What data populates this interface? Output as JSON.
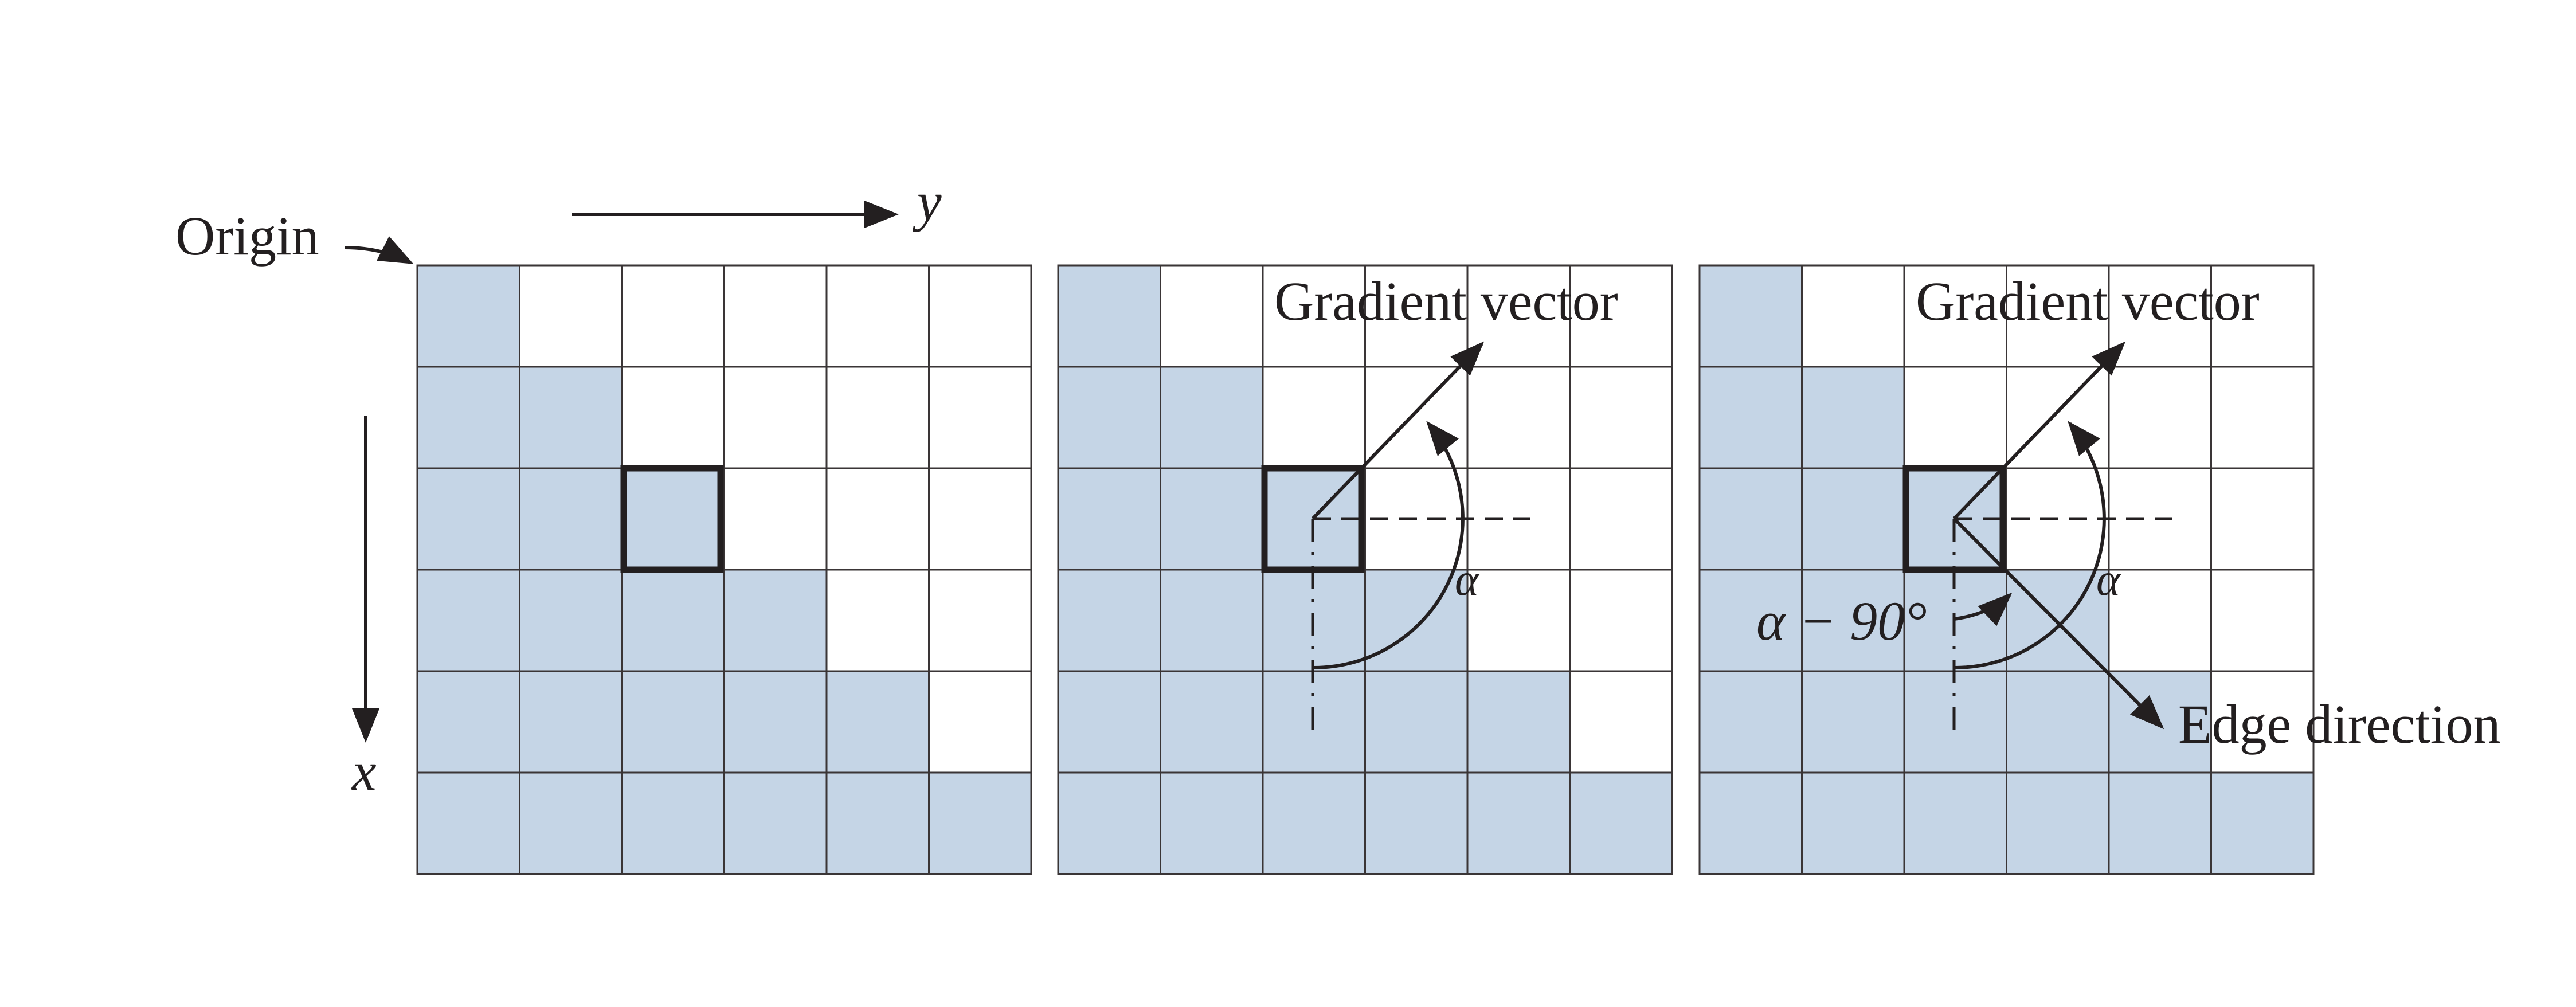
{
  "labels": {
    "origin": "Origin",
    "y_axis": "y",
    "x_axis": "x",
    "gradient_vector": "Gradient vector",
    "alpha": "α",
    "alpha_minus_90": "α − 90°",
    "edge_direction": "Edge direction"
  },
  "colors": {
    "fill": "#c5d5e6",
    "grid_line": "#3a3536",
    "ink": "#231f20",
    "background": "#ffffff"
  },
  "grid": {
    "rows": 6,
    "cols": 6,
    "shaded": [
      [
        1,
        0,
        0,
        0,
        0,
        0
      ],
      [
        1,
        1,
        0,
        0,
        0,
        0
      ],
      [
        1,
        1,
        1,
        0,
        0,
        0
      ],
      [
        1,
        1,
        1,
        1,
        0,
        0
      ],
      [
        1,
        1,
        1,
        1,
        1,
        0
      ],
      [
        1,
        1,
        1,
        1,
        1,
        1
      ]
    ],
    "highlighted_cell": {
      "row": 2,
      "col": 2
    }
  },
  "panels": [
    {
      "id": "panel-1",
      "shows_gradient": false,
      "shows_edge": false
    },
    {
      "id": "panel-2",
      "shows_gradient": true,
      "shows_edge": false
    },
    {
      "id": "panel-3",
      "shows_gradient": true,
      "shows_edge": true
    }
  ]
}
